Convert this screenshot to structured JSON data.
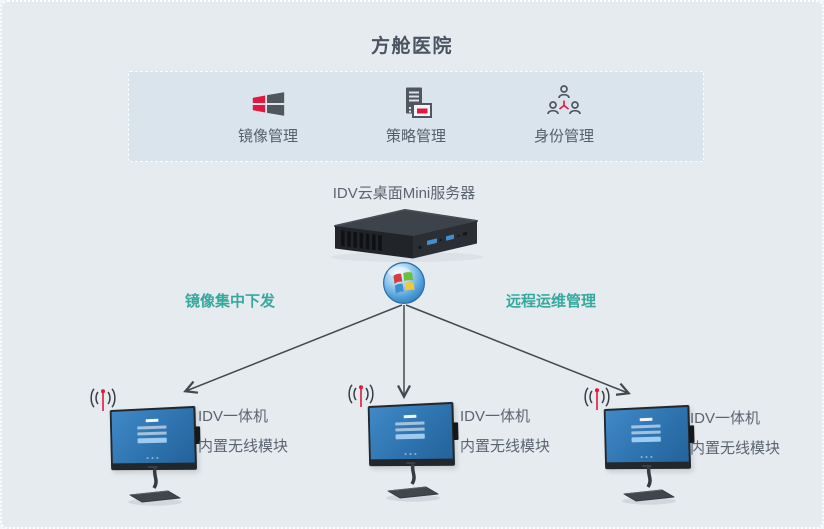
{
  "page": {
    "title": "方舱医院"
  },
  "management": {
    "items": [
      {
        "label": "镜像管理",
        "icon": "windows-grid-icon"
      },
      {
        "label": "策略管理",
        "icon": "policy-doc-icon"
      },
      {
        "label": "身份管理",
        "icon": "identity-group-icon"
      }
    ]
  },
  "server": {
    "label": "IDV云桌面Mini服务器"
  },
  "links": {
    "left_label": "镜像集中下发",
    "right_label": "远程运维管理"
  },
  "clients": [
    {
      "line1": "IDV一体机",
      "line2": "内置无线模块"
    },
    {
      "line1": "IDV一体机",
      "line2": "内置无线模块"
    },
    {
      "line1": "IDV一体机",
      "line2": "内置无线模块"
    }
  ],
  "colors": {
    "accent_teal": "#36a89f",
    "accent_red": "#e2173d",
    "icon_dark": "#50555e",
    "text_dark": "#4a5361",
    "screen_blue": "#2e74b0",
    "panel_blue": "#d9e4ed",
    "background": "#e6ebef"
  }
}
